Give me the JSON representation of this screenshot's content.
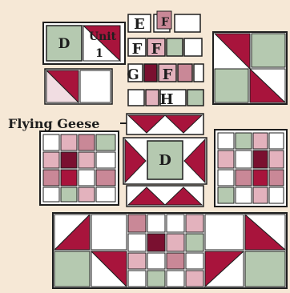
{
  "diagram": {
    "colors": {
      "background": "#f6e8d6",
      "sage": "#b5c9b0",
      "crimson": "#a8143c",
      "deep_red": "#7a1030",
      "pink": "#e3b2bd",
      "rose": "#c98897",
      "white": "#ffffff",
      "outline": "#1e1e1e"
    },
    "labels": {
      "unit_block_letter": "D",
      "unit_text": "Unit",
      "unit_number": "1",
      "flying_geese": "Flying Geese",
      "center_letter": "D",
      "row_e": "E",
      "row_f": "F",
      "row_g": "G",
      "row_h": "H"
    },
    "row_labels": [
      {
        "id": "e",
        "text": "E"
      },
      {
        "id": "f-left",
        "text": "F"
      },
      {
        "id": "f-right",
        "text": "F"
      },
      {
        "id": "g",
        "text": "G"
      },
      {
        "id": "f-mid",
        "text": "F"
      },
      {
        "id": "h",
        "text": "H"
      }
    ]
  }
}
